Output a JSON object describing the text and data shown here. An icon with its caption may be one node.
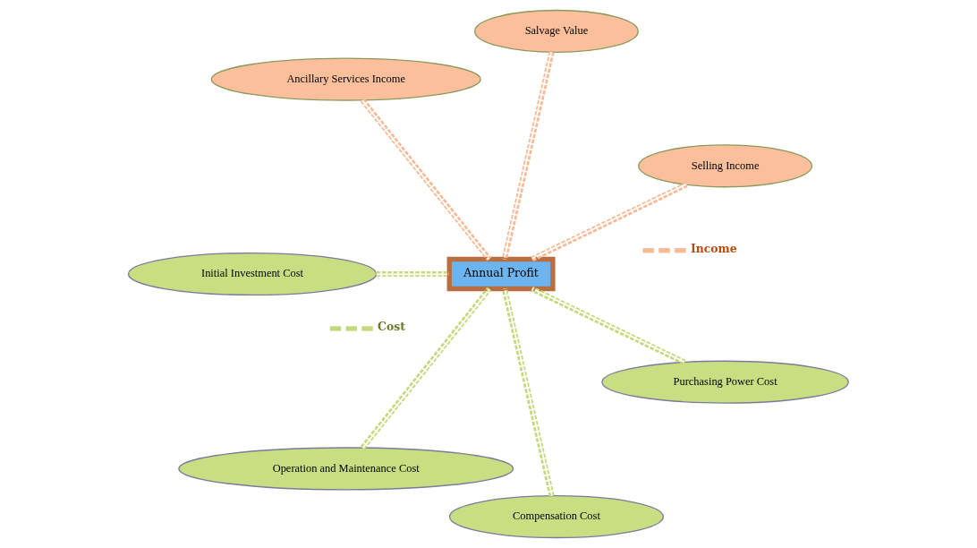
{
  "diagram": {
    "nodes": [
      {
        "text": [
          "Annual Profit"
        ]
      },
      {
        "text": [
          "Selling Income"
        ]
      },
      {
        "text": [
          "Salvage Value"
        ]
      },
      {
        "text": [
          "Ancillary Services Income"
        ]
      },
      {
        "text": [
          "Initial Investment Cost"
        ]
      },
      {
        "text": [
          "Operation and Maintenance Cost"
        ]
      },
      {
        "text": [
          "Compensation Cost"
        ]
      },
      {
        "text": [
          "Purchasing Power Cost"
        ]
      }
    ],
    "edges": [
      {
        "from": 1,
        "to": 0,
        "arrow": "none",
        "style": "dashed",
        "color": "#f8b995"
      },
      {
        "from": 2,
        "to": 0,
        "arrow": "none",
        "style": "dashed",
        "color": "#f8b995"
      },
      {
        "from": 3,
        "to": 0,
        "arrow": "none",
        "style": "dashed",
        "color": "#f8b995"
      },
      {
        "from": 4,
        "to": 0,
        "arrow": "none",
        "style": "dashed",
        "color": "#c3d97c"
      },
      {
        "from": 5,
        "to": 0,
        "arrow": "none",
        "style": "dashed",
        "color": "#c3d97c"
      },
      {
        "from": 6,
        "to": 0,
        "arrow": "none",
        "style": "dashed",
        "color": "#c3d97c"
      },
      {
        "from": 7,
        "to": 0,
        "arrow": "none",
        "style": "dashed",
        "color": "#c3d97c"
      }
    ],
    "legend": [
      {
        "text": "Income"
      },
      {
        "text": "Cost"
      }
    ]
  }
}
